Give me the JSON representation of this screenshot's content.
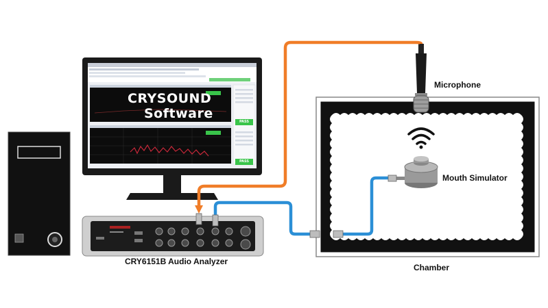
{
  "labels": {
    "microphone": "Microphone",
    "mouth_simulator": "Mouth Simulator",
    "chamber": "Chamber",
    "analyzer": "CRY6151B Audio Analyzer"
  },
  "screen": {
    "title_line1": "CRYSOUND",
    "title_line2": "Software",
    "pass_label": "PASS"
  },
  "colors": {
    "orange_cable": "#f07d28",
    "blue_cable": "#2b8fd6",
    "chamber_border": "#111111",
    "device_dark": "#1c1c1c"
  }
}
